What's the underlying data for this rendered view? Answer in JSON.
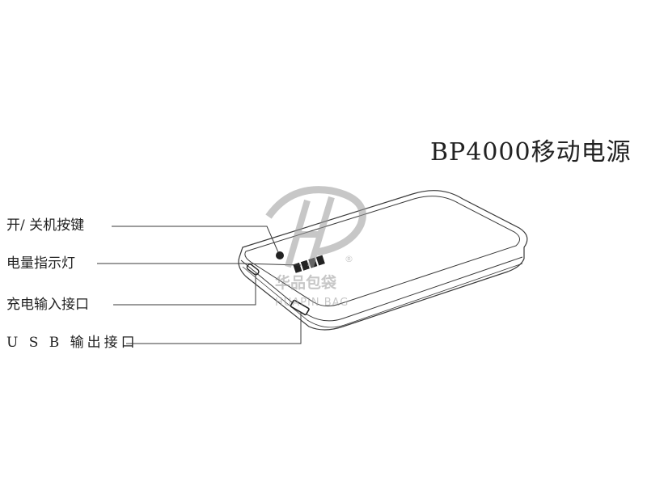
{
  "title": "BP4000移动电源",
  "callouts": [
    {
      "label": "开/ 关机按键"
    },
    {
      "label": "电量指示灯"
    },
    {
      "label": "充电输入接口"
    },
    {
      "label": "U S B 输出接口"
    }
  ],
  "watermark": {
    "brand_cn": "华品包袋",
    "brand_en": "HUAPIN BAG",
    "registered": "®"
  },
  "colors": {
    "line": "#3a3a3a",
    "watermark": "#9a9a9a"
  }
}
